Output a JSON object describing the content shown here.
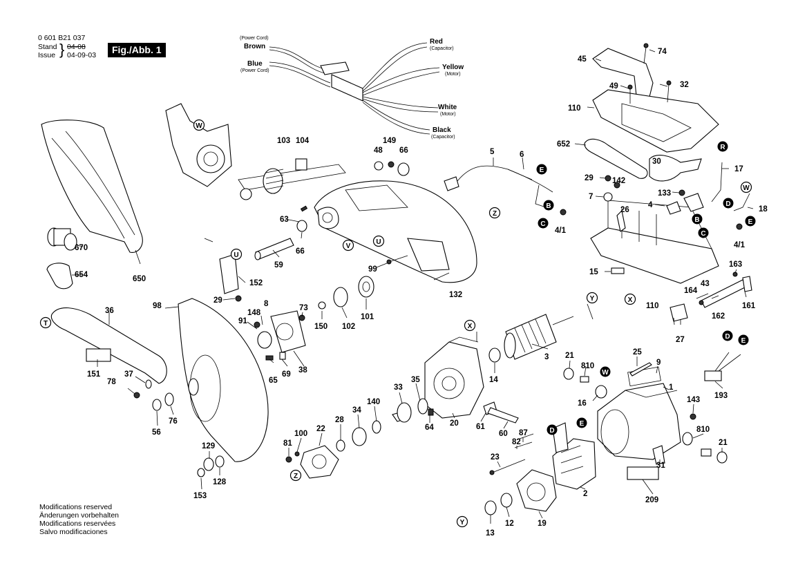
{
  "header": {
    "part_number": "0 601 B21 037",
    "stand_label": "Stand",
    "stand_value": "04-08",
    "issue_label": "Issue",
    "issue_value": "04-09-03",
    "figure": "Fig./Abb. 1"
  },
  "footer": {
    "lines": [
      "Modifications reserved",
      "Änderungen vorbehalten",
      "Modifications reservées",
      "Salvo modificaciones"
    ]
  },
  "wiring": {
    "brown": "Brown",
    "brown_sub": "(Power Cord)",
    "blue": "Blue",
    "blue_sub": "(Power Cord)",
    "red": "Red",
    "red_sub": "(Capacitor)",
    "yellow": "Yellow",
    "yellow_sub": "(Motor)",
    "white": "White",
    "white_sub": "(Motor)",
    "black": "Black",
    "black_sub": "(Capacitor)"
  },
  "parts": {
    "p5": "5",
    "p6": "6",
    "p45": "45",
    "p74": "74",
    "p49": "49",
    "p32": "32",
    "p110a": "110",
    "p652": "652",
    "p30": "30",
    "p17": "17",
    "p29a": "29",
    "p142": "142",
    "p7": "7",
    "p133": "133",
    "p4": "4",
    "p26": "26",
    "p18": "18",
    "p41a": "4/1",
    "p41b": "4/1",
    "p15": "15",
    "p163": "163",
    "p43": "43",
    "p164": "164",
    "p161": "161",
    "p110b": "110",
    "p162": "162",
    "p27": "27",
    "p103": "103",
    "p104": "104",
    "p149": "149",
    "p48": "48",
    "p66a": "66",
    "p63": "63",
    "p66b": "66",
    "p59": "59",
    "p670": "670",
    "p654": "654",
    "p650": "650",
    "p152": "152",
    "p29b": "29",
    "p99": "99",
    "p132": "132",
    "p36": "36",
    "p98": "98",
    "p148": "148",
    "p8": "8",
    "p73": "73",
    "p91": "91",
    "p150": "150",
    "p102": "102",
    "p101": "101",
    "p151": "151",
    "p65": "65",
    "p69": "69",
    "p38": "38",
    "p78": "78",
    "p37": "37",
    "p76": "76",
    "p56": "56",
    "p129": "129",
    "p128": "128",
    "p153": "153",
    "p3": "3",
    "p14": "14",
    "p35": "35",
    "p33": "33",
    "p140": "140",
    "p34": "34",
    "p28": "28",
    "p22": "22",
    "p100": "100",
    "p81": "81",
    "p64": "64",
    "p20": "20",
    "p61": "61",
    "p60": "60",
    "p21a": "21",
    "p810a": "810",
    "p16": "16",
    "p25": "25",
    "p9": "9",
    "p1": "1",
    "p143": "143",
    "p193": "193",
    "p87": "87",
    "p82": "82",
    "p23": "23",
    "p2": "2",
    "p810b": "810",
    "p21b": "21",
    "p31": "31",
    "p209": "209",
    "p13": "13",
    "p12": "12",
    "p19": "19"
  },
  "callouts": {
    "W": "W",
    "V": "V",
    "U": "U",
    "Z": "Z",
    "E": "E",
    "B": "B",
    "C": "C",
    "R": "R",
    "D": "D",
    "X": "X",
    "Y": "Y",
    "T": "T"
  }
}
